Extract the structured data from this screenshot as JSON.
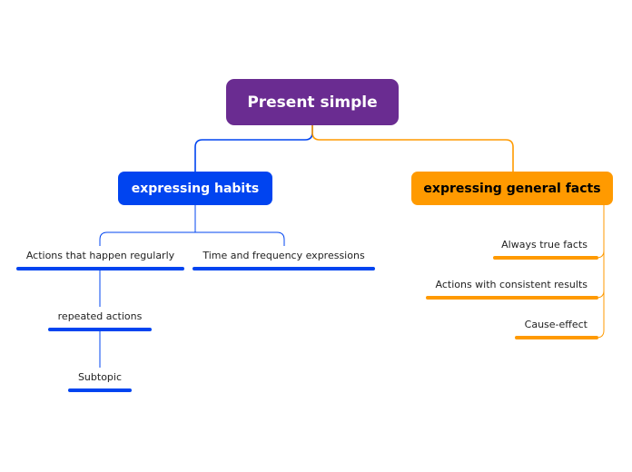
{
  "root": {
    "label": "Present simple",
    "color": "#6a2c91"
  },
  "branches": [
    {
      "label": "expressing habits",
      "color": "#0044f0",
      "children": [
        {
          "label": "Actions that happen regularly",
          "children": [
            {
              "label": "repeated actions",
              "children": [
                {
                  "label": "Subtopic"
                }
              ]
            }
          ]
        },
        {
          "label": "Time and frequency expressions"
        }
      ]
    },
    {
      "label": "expressing general facts",
      "color": "#ff9a00",
      "children": [
        {
          "label": "Always true facts"
        },
        {
          "label": "Actions with consistent results"
        },
        {
          "label": "Cause-effect"
        }
      ]
    }
  ]
}
